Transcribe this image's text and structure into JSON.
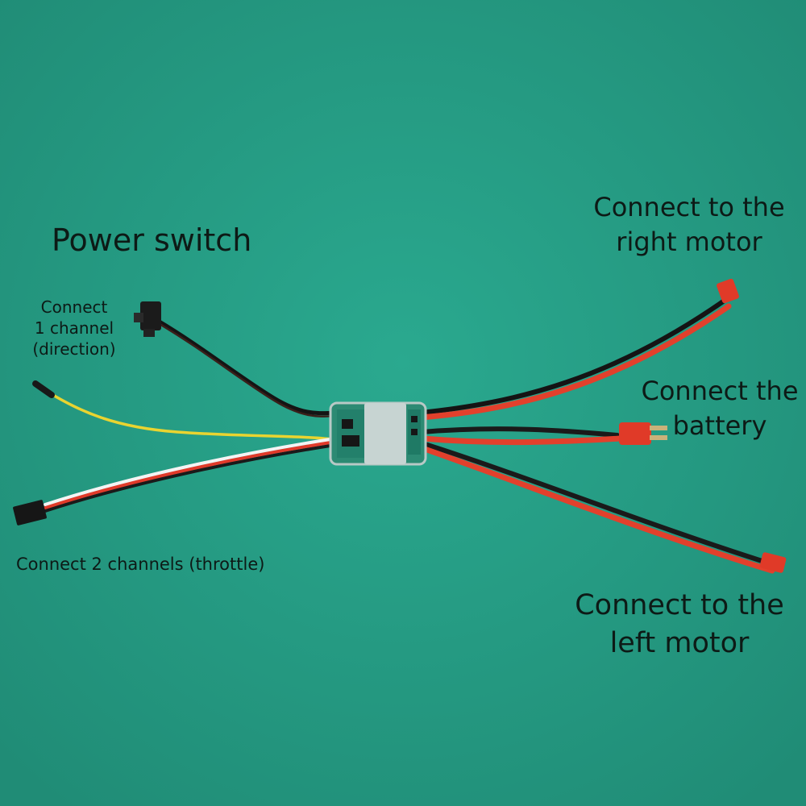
{
  "labels": {
    "power_switch": "Power switch",
    "channel1": [
      "Connect",
      "1 channel",
      "(direction)"
    ],
    "channel2": "Connect 2 channels (throttle)",
    "right_motor": [
      "Connect to the",
      "right motor"
    ],
    "battery": [
      "Connect the",
      "battery"
    ],
    "left_motor": [
      "Connect to the",
      "left motor"
    ]
  },
  "colors": {
    "background": "#27a088",
    "wire_red": "#e2402c",
    "wire_black": "#1a1a1a",
    "wire_yellow": "#f4e23a",
    "wire_white": "#f2f2f2",
    "connector_red": "#e03a28",
    "shrink_wrap": "#c7d4d2",
    "pcb": "#23806b"
  },
  "components": [
    "esc-board",
    "power-switch",
    "signal-lead-channel1",
    "signal-plug-channel2",
    "motor-plug-right",
    "battery-t-plug",
    "motor-plug-left"
  ]
}
